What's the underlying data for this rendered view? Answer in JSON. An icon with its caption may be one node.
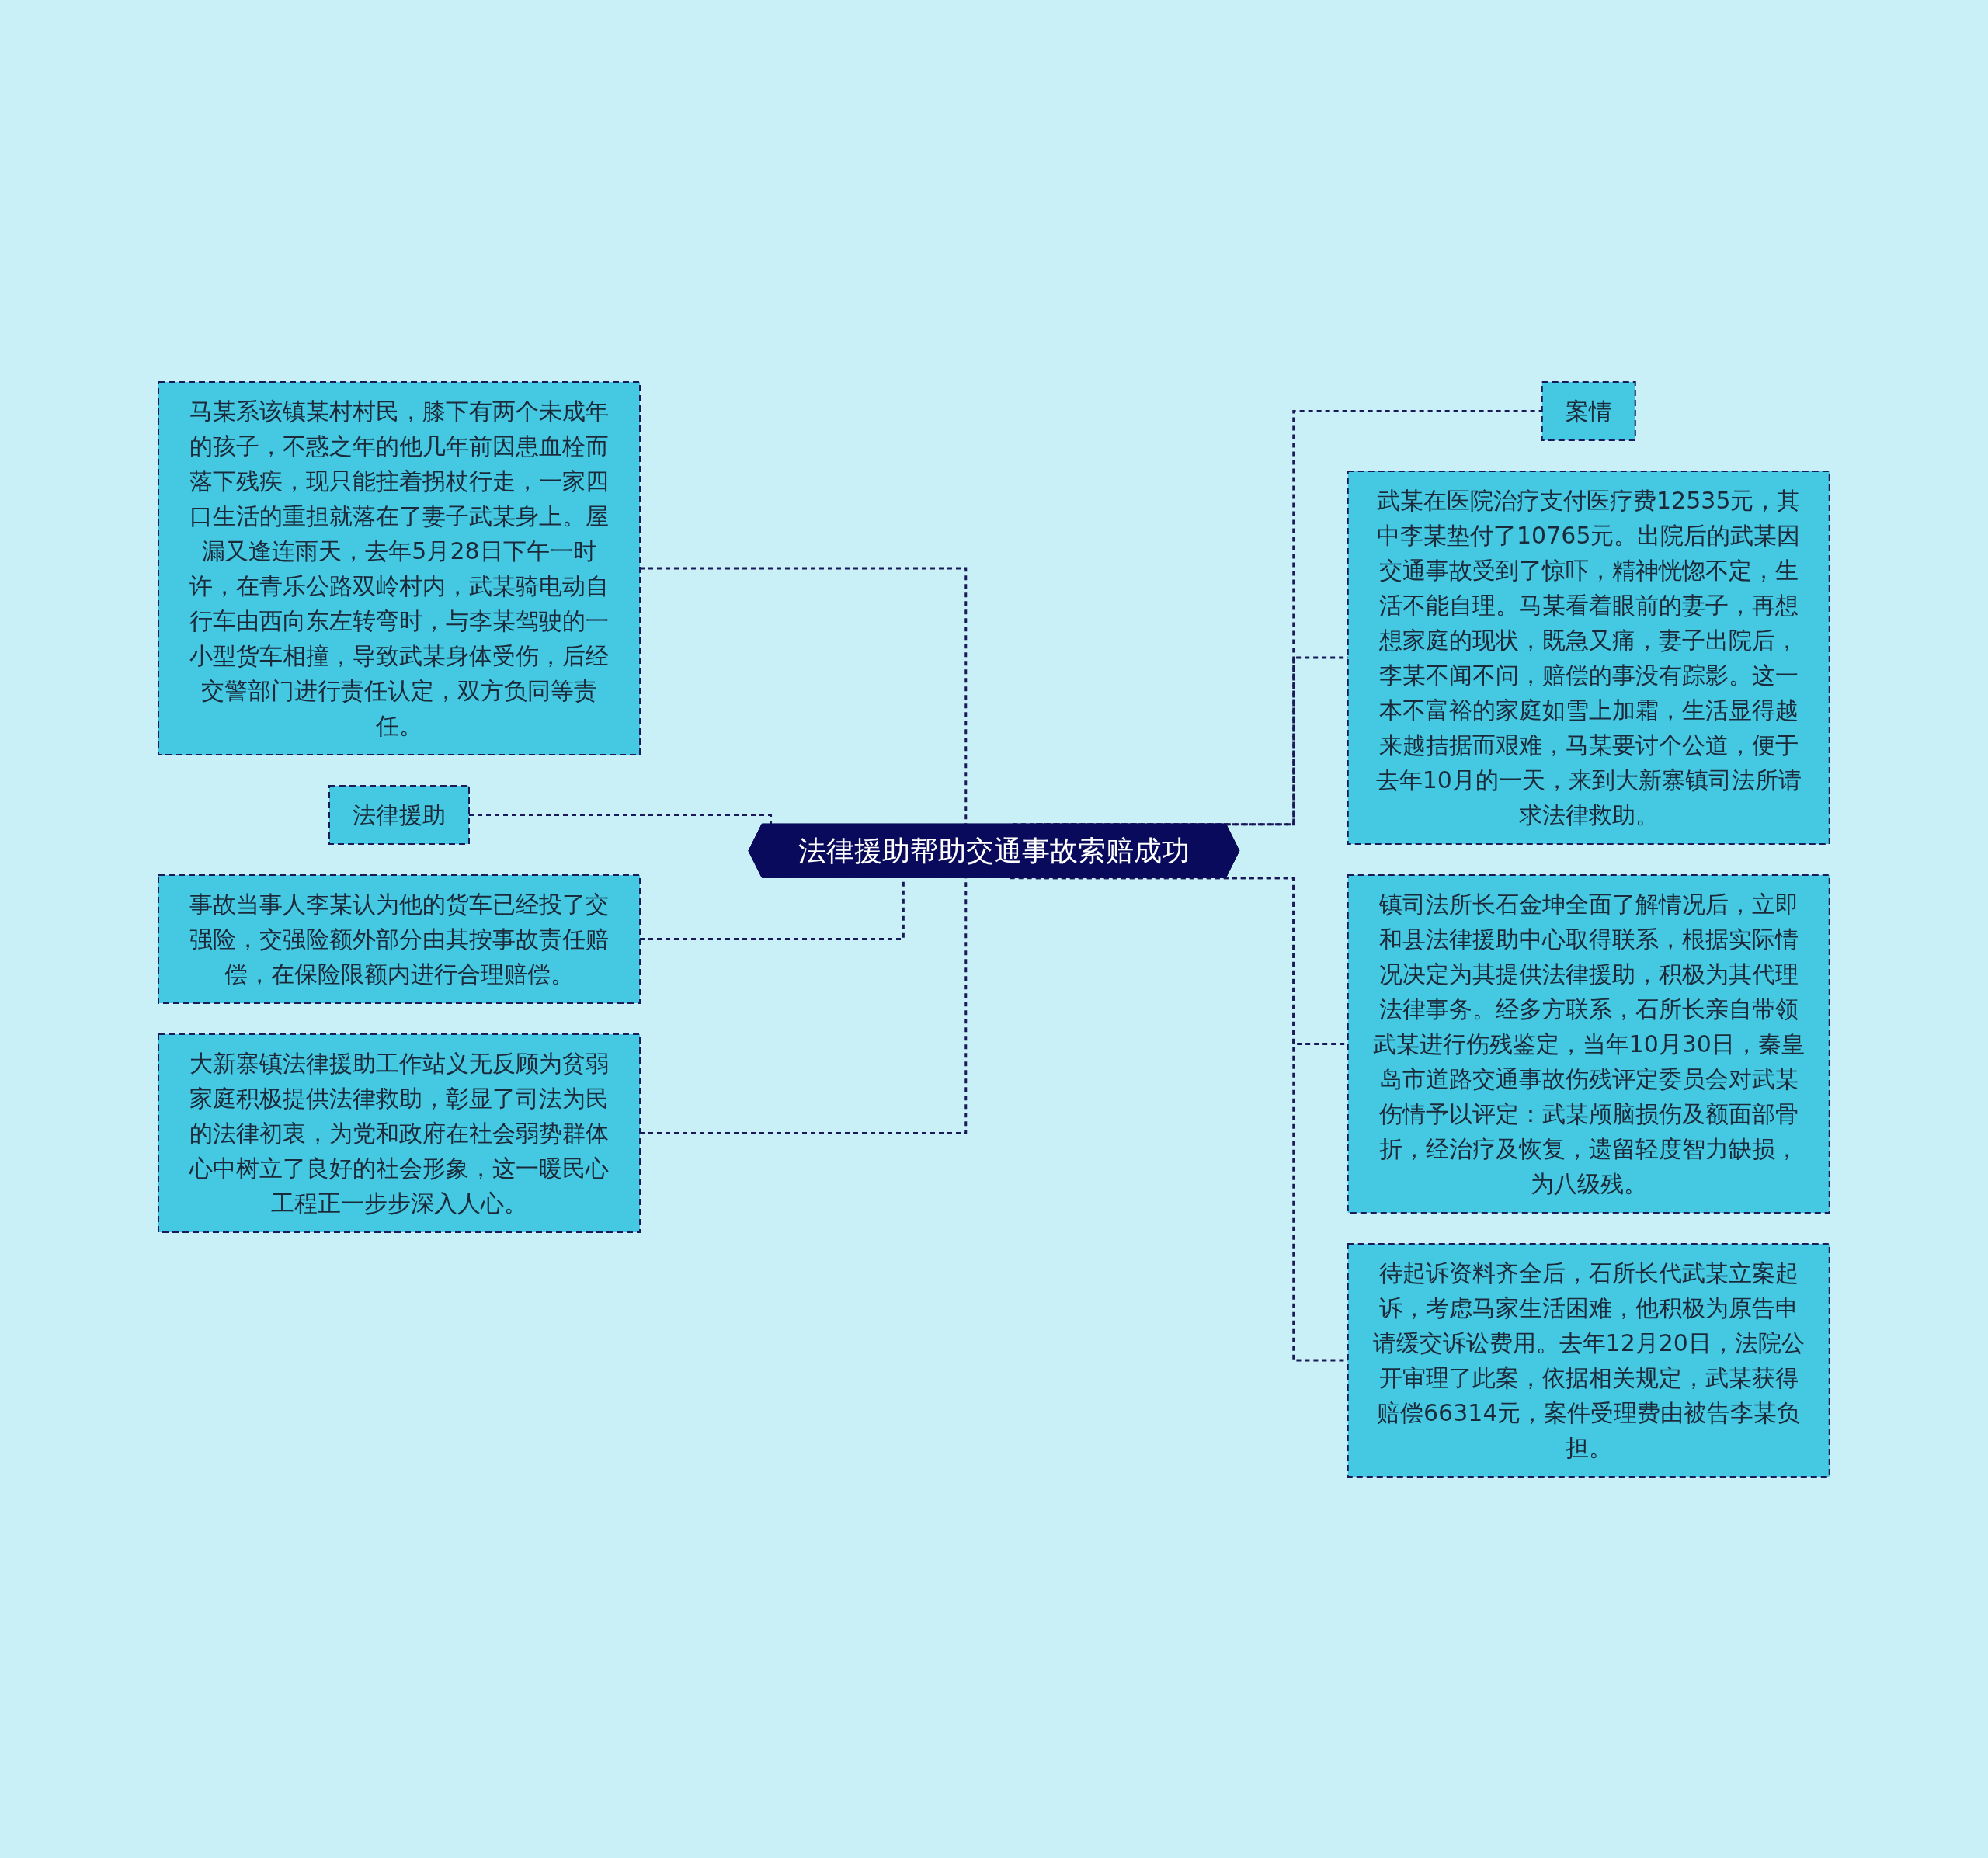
{
  "diagram": {
    "nodes": [
      {
        "text": [
          "法律援助帮助交通事故索赔成功"
        ]
      },
      {
        "text": [
          "马某系该镇某村村民，膝下有两个未成年的孩子，不惑之年的他几年前因患血栓而落下残疾，现只能拄着拐杖行走，一家四口生活的重担就落在了妻子武某身上。屋漏又逢连雨天，去年5月28日下午一时许，在青乐公路双岭村内，武某骑电动自行车由西向东左转弯时，与李某驾驶的一小型货车相撞，导致武某身体受伤，后经交警部门进行责任认定，双方负同等责任。"
        ]
      },
      {
        "text": [
          "法律援助"
        ]
      },
      {
        "text": [
          "事故当事人李某认为他的货车已经投了交强险，交强险额外部分由其按事故责任赔偿，在保险限额内进行合理赔偿。"
        ]
      },
      {
        "text": [
          "大新寨镇法律援助工作站义无反顾为贫弱家庭积极提供法律救助，彰显了司法为民的法律初衷，为党和政府在社会弱势群体心中树立了良好的社会形象，这一暖民心工程正一步步深入人心。"
        ]
      },
      {
        "text": [
          "案情"
        ]
      },
      {
        "text": [
          "武某在医院治疗支付医疗费12535元，其中李某垫付了10765元。出院后的武某因交通事故受到了惊吓，精神恍惚不定，生活不能自理。马某看着眼前的妻子，再想想家庭的现状，既急又痛，妻子出院后，李某不闻不问，赔偿的事没有踪影。这一本不富裕的家庭如雪上加霜，生活显得越来越拮据而艰难，马某要讨个公道，便于去年10月的一天，来到大新寨镇司法所请求法律救助。"
        ]
      },
      {
        "text": [
          "镇司法所长石金坤全面了解情况后，立即和县法律援助中心取得联系，根据实际情况决定为其提供法律援助，积极为其代理法律事务。经多方联系，石所长亲自带领武某进行伤残鉴定，当年10月30日，秦皇岛市道路交通事故伤残评定委员会对武某伤情予以评定：武某颅脑损伤及额面部骨折，经治疗及恢复，遗留轻度智力缺损，为八级残。"
        ]
      },
      {
        "text": [
          "待起诉资料齐全后，石所长代武某立案起诉，考虑马家生活困难，他积极为原告申请缓交诉讼费用。去年12月20日，法院公开审理了此案，依据相关规定，武某获得赔偿66314元，案件受理费由被告李某负担。"
        ]
      }
    ],
    "edges": [
      {
        "from": 0,
        "to": 1,
        "arrow": "none",
        "style": "dashed"
      },
      {
        "from": 0,
        "to": 2,
        "arrow": "none",
        "style": "dashed"
      },
      {
        "from": 0,
        "to": 3,
        "arrow": "none",
        "style": "dashed"
      },
      {
        "from": 0,
        "to": 4,
        "arrow": "none",
        "style": "dashed"
      },
      {
        "from": 0,
        "to": 5,
        "arrow": "none",
        "style": "dashed"
      },
      {
        "from": 0,
        "to": 6,
        "arrow": "none",
        "style": "dashed"
      },
      {
        "from": 0,
        "to": 7,
        "arrow": "none",
        "style": "dashed"
      },
      {
        "from": 0,
        "to": 8,
        "arrow": "none",
        "style": "dashed"
      }
    ]
  }
}
